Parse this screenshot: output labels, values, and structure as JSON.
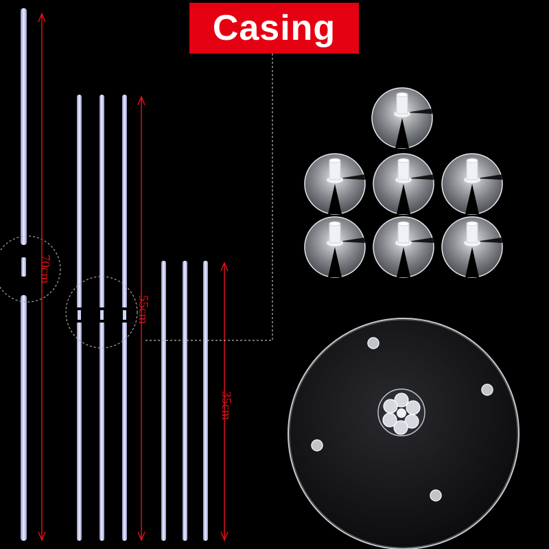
{
  "banner": {
    "text": "Casing",
    "color": "#e50012"
  },
  "dimensions": {
    "long_stick": "70cm",
    "medium_stick": "55cm",
    "short_stick": "35cm"
  },
  "colors": {
    "background": "#000000",
    "measure_line": "#e0101a",
    "stick": "#c9cdf2"
  },
  "items": {
    "long_sticks": 1,
    "medium_sticks": 3,
    "short_sticks": 3,
    "cups": 7,
    "base_plates": 1
  }
}
